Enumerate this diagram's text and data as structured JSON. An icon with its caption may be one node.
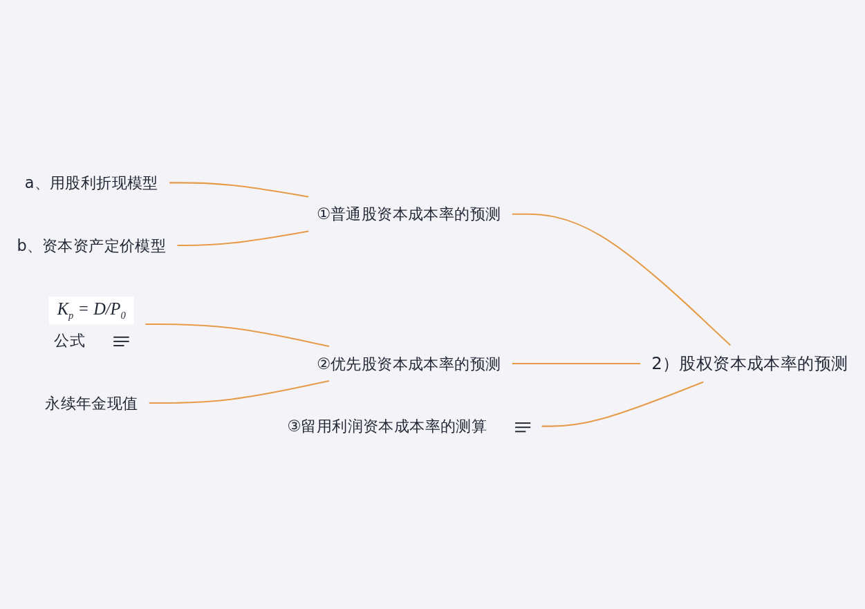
{
  "diagram": {
    "nodes": [
      {
        "text": [
          "2）股权资本成本率的预测"
        ]
      },
      {
        "text": [
          "①普通股资本成本率的预测"
        ]
      },
      {
        "text": [
          "a、用股利折现模型"
        ]
      },
      {
        "text": [
          "b、资本资产定价模型"
        ]
      },
      {
        "text": [
          "②优先股资本成本率的预测"
        ]
      },
      {
        "text": [
          "K$_{p}$ = D/P$_{0}$",
          "公式"
        ]
      },
      {
        "text": [
          "永续年金现值"
        ]
      },
      {
        "text": [
          "③留用利润资本成本率的测算"
        ]
      }
    ],
    "edges": [
      {
        "from": 0,
        "to": 1,
        "arrow": "none"
      },
      {
        "from": 1,
        "to": 2,
        "arrow": "none"
      },
      {
        "from": 1,
        "to": 3,
        "arrow": "none"
      },
      {
        "from": 0,
        "to": 4,
        "arrow": "none"
      },
      {
        "from": 4,
        "to": 5,
        "arrow": "none"
      },
      {
        "from": 4,
        "to": 6,
        "arrow": "none"
      },
      {
        "from": 0,
        "to": 7,
        "arrow": "none"
      }
    ]
  }
}
